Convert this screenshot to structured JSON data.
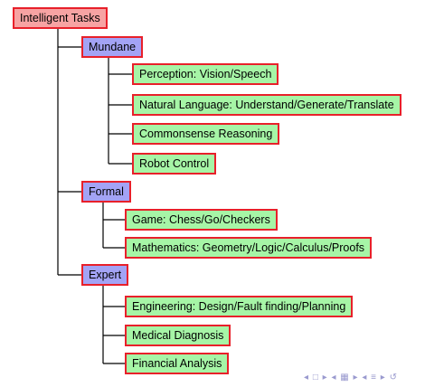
{
  "diagram": {
    "root": "Intelligent Tasks",
    "categories": [
      {
        "label": "Mundane",
        "items": [
          "Perception: Vision/Speech",
          "Natural Language: Understand/Generate/Translate",
          "Commonsense Reasoning",
          "Robot Control"
        ]
      },
      {
        "label": "Formal",
        "items": [
          "Game: Chess/Go/Checkers",
          "Mathematics: Geometry/Logic/Calculus/Proofs"
        ]
      },
      {
        "label": "Expert",
        "items": [
          "Engineering: Design/Fault finding/Planning",
          "Medical Diagnosis",
          "Financial Analysis"
        ]
      }
    ]
  },
  "colors": {
    "root_fill": "#f7a3a3",
    "category_fill": "#a3a3f5",
    "leaf_fill": "#a6f5a6",
    "border": "#e8202a",
    "connector": "#000000"
  },
  "navigation": {
    "icons": [
      "triangle-left-icon",
      "frame-icon",
      "triangle-right-icon",
      "triangle-left-icon",
      "subsection-icon",
      "triangle-right-icon",
      "triangle-left-icon",
      "equivalence-icon",
      "triangle-right-icon",
      "search-icon"
    ]
  }
}
